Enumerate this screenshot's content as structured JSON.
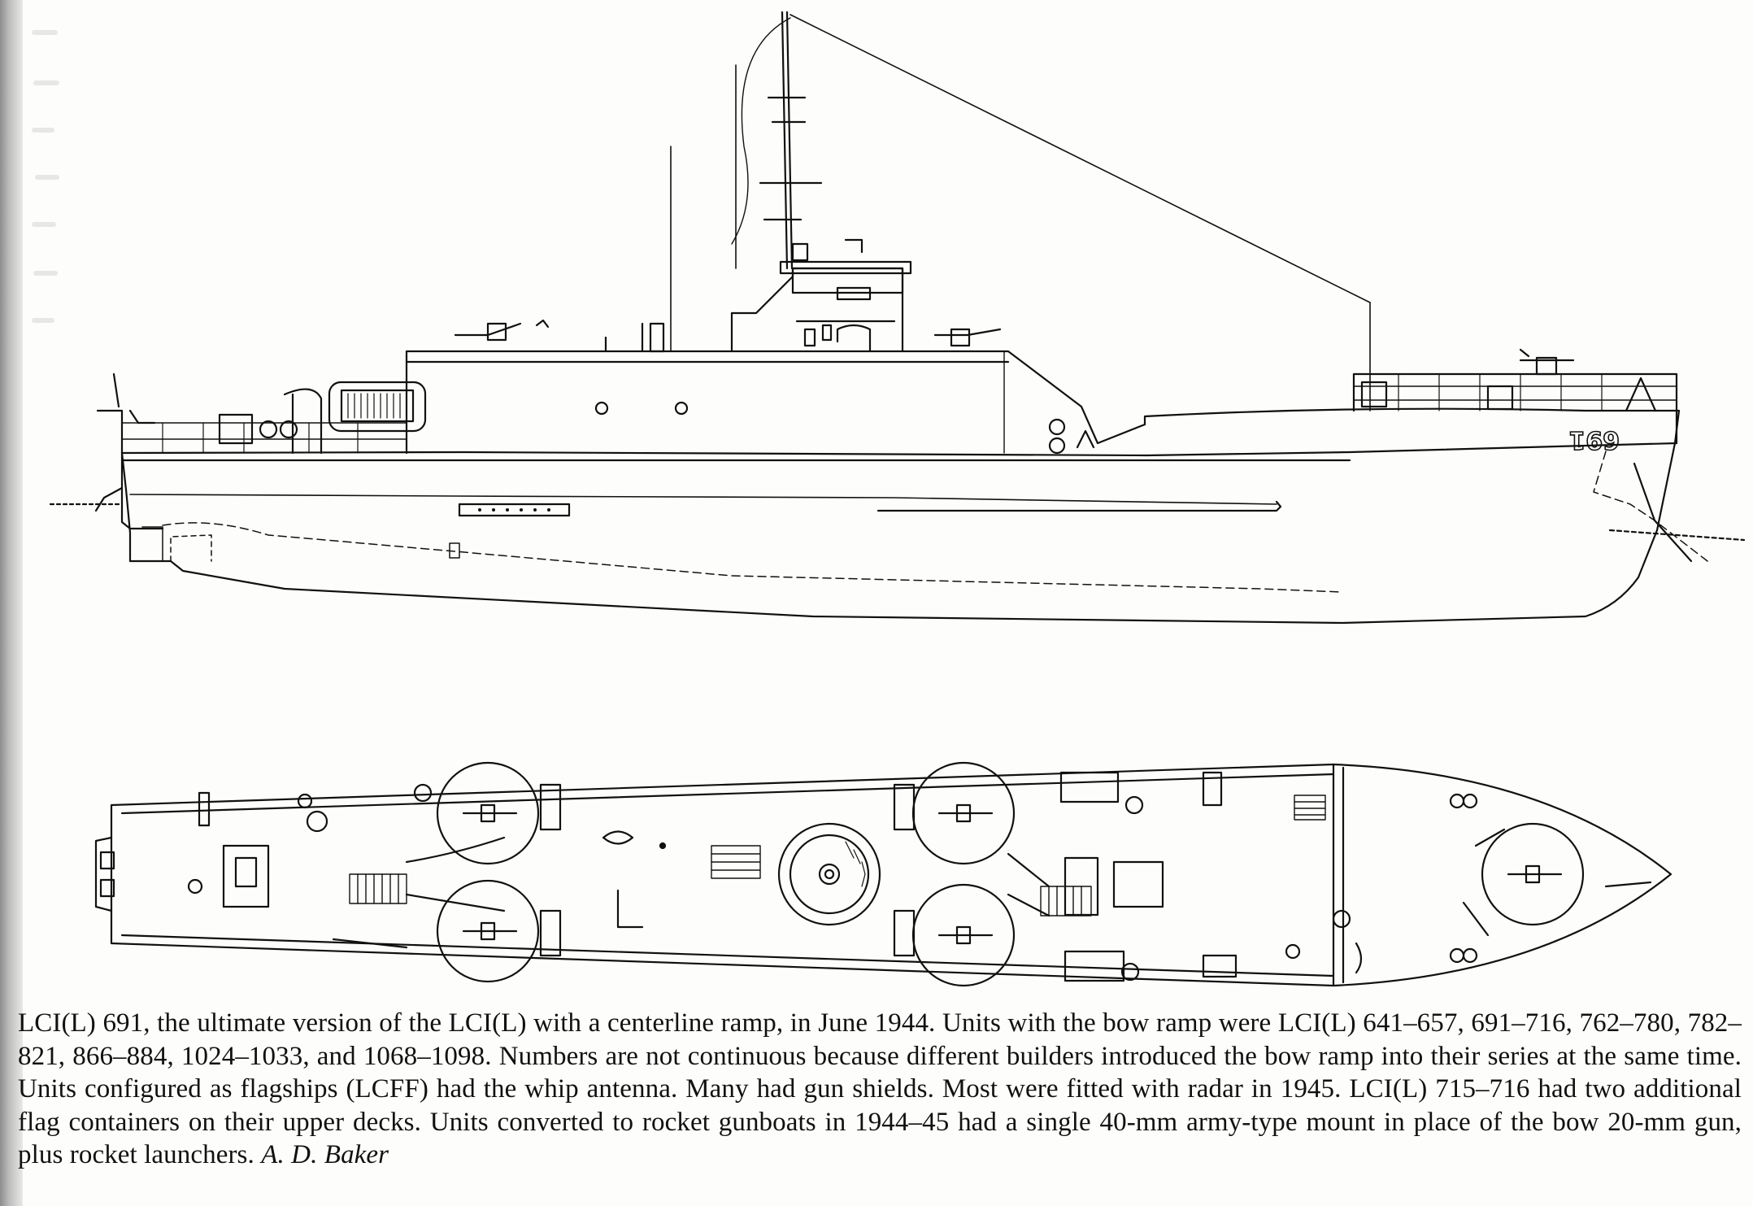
{
  "hull_number": "691",
  "caption": {
    "text": "LCI(L) 691, the ultimate version of the LCI(L) with a centerline ramp, in June 1944. Units with the bow ramp were LCI(L) 641–657, 691–716, 762–780, 782–821, 866–884, 1024–1033, and 1068–1098. Numbers are not continuous because different builders introduced the bow ramp into their series at the same time. Units configured as flagships (LCFF) had the whip antenna. Many had gun shields. Most were fitted with radar in 1945. LCI(L) 715–716 had two additional flag containers on their upper decks. Units converted to rocket gunboats in 1944–45 had a single 40-mm army-type mount in place of the bow 20-mm gun, plus rocket launchers.",
    "author": "A. D. Baker"
  }
}
